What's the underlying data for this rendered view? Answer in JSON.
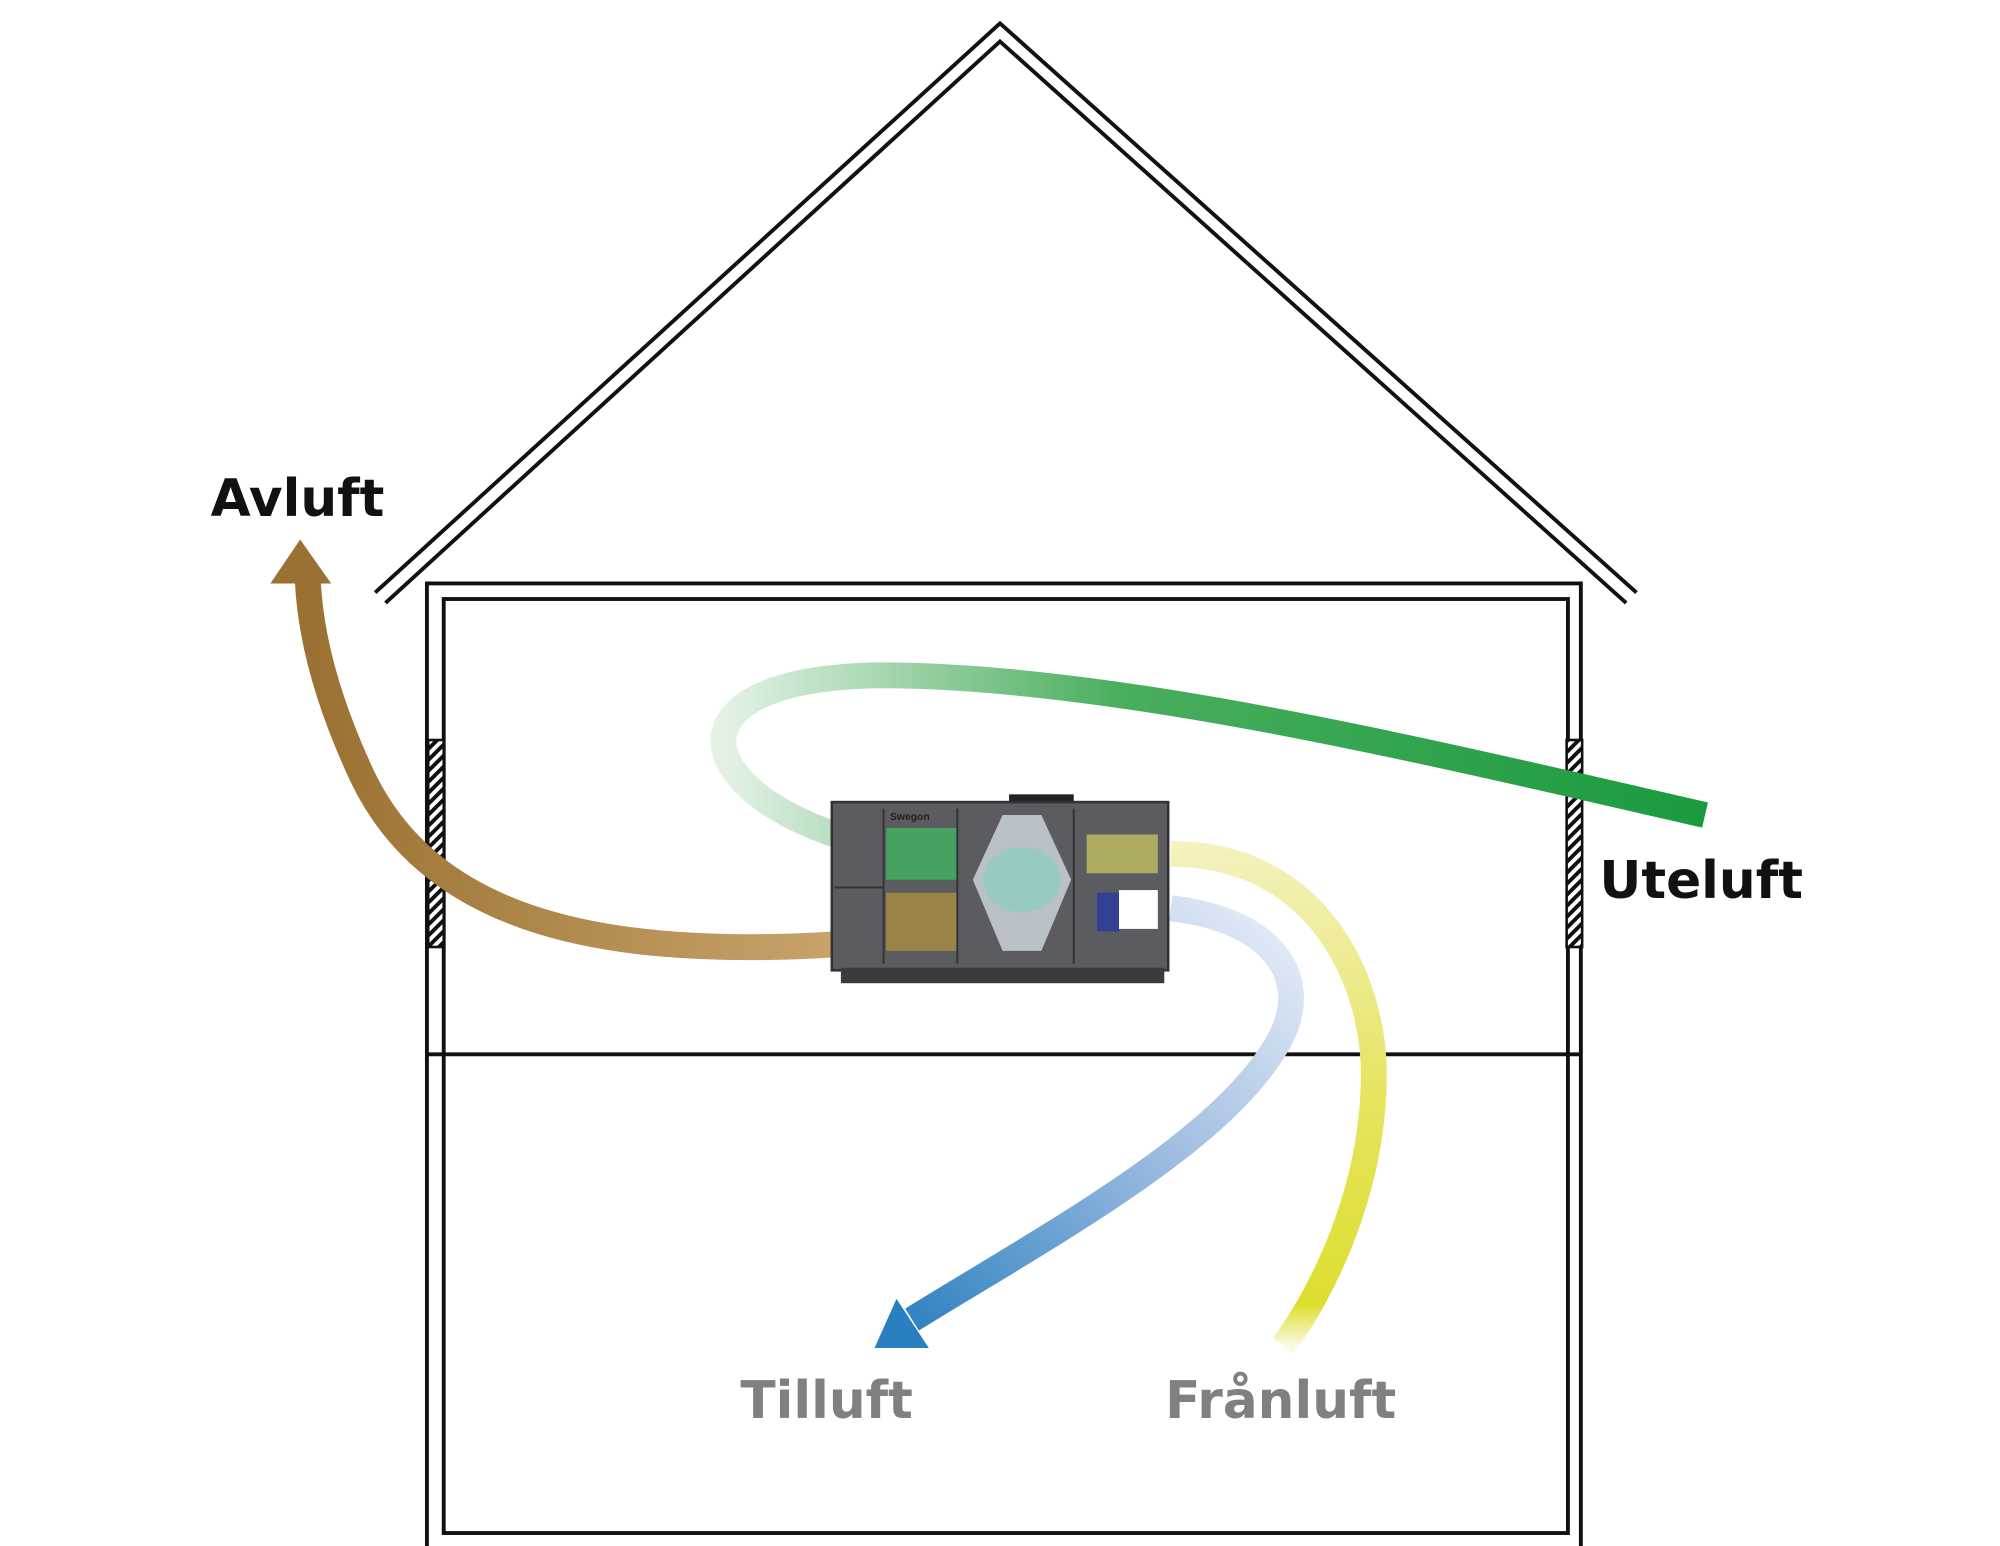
{
  "labels": {
    "exhaust": "Avluft",
    "outdoor": "Uteluft",
    "supply": "Tilluft",
    "extract": "Frånluft"
  },
  "unit": {
    "brand": "Swegon"
  },
  "colors": {
    "exhaust": "#9a7132",
    "outdoor": "#1a9a3e",
    "supply": "#2a7fc0",
    "extract": "#dede30",
    "muted_label": "#808080",
    "line": "#111111"
  }
}
